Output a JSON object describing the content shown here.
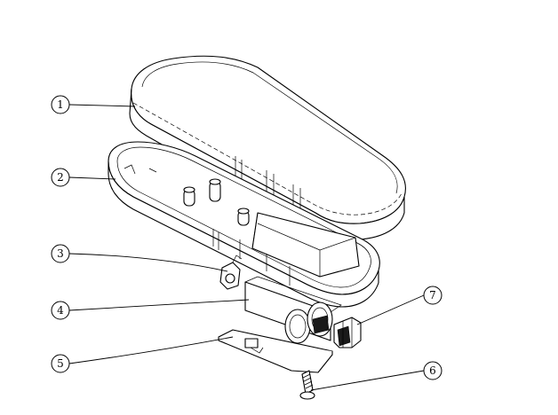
{
  "callouts": [
    {
      "label": "1",
      "part": "top-cover"
    },
    {
      "label": "2",
      "part": "bottom-housing"
    },
    {
      "label": "3",
      "part": "clip"
    },
    {
      "label": "4",
      "part": "battery-holder"
    },
    {
      "label": "5",
      "part": "circuit-board"
    },
    {
      "label": "6",
      "part": "screw"
    },
    {
      "label": "7",
      "part": "spring-contact"
    }
  ]
}
